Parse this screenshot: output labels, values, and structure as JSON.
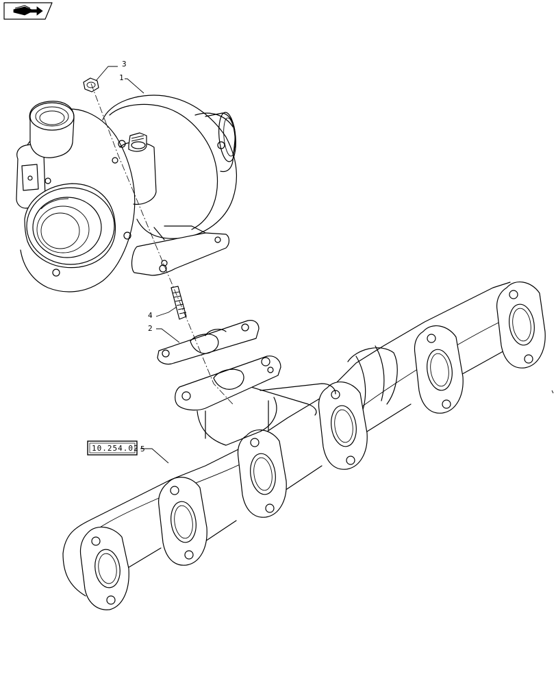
{
  "nav": {
    "icon": "next-page-arrow-icon"
  },
  "callouts": [
    {
      "id": "callout-3",
      "label": "3"
    },
    {
      "id": "callout-1",
      "label": "1"
    },
    {
      "id": "callout-4",
      "label": "4"
    },
    {
      "id": "callout-2",
      "label": "2"
    },
    {
      "id": "callout-5",
      "label": "5"
    }
  ],
  "reference": {
    "label": "10.254.02"
  },
  "parts": [
    {
      "name": "turbocharger"
    },
    {
      "name": "gasket"
    },
    {
      "name": "nut"
    },
    {
      "name": "stud"
    },
    {
      "name": "exhaust-manifold"
    }
  ]
}
